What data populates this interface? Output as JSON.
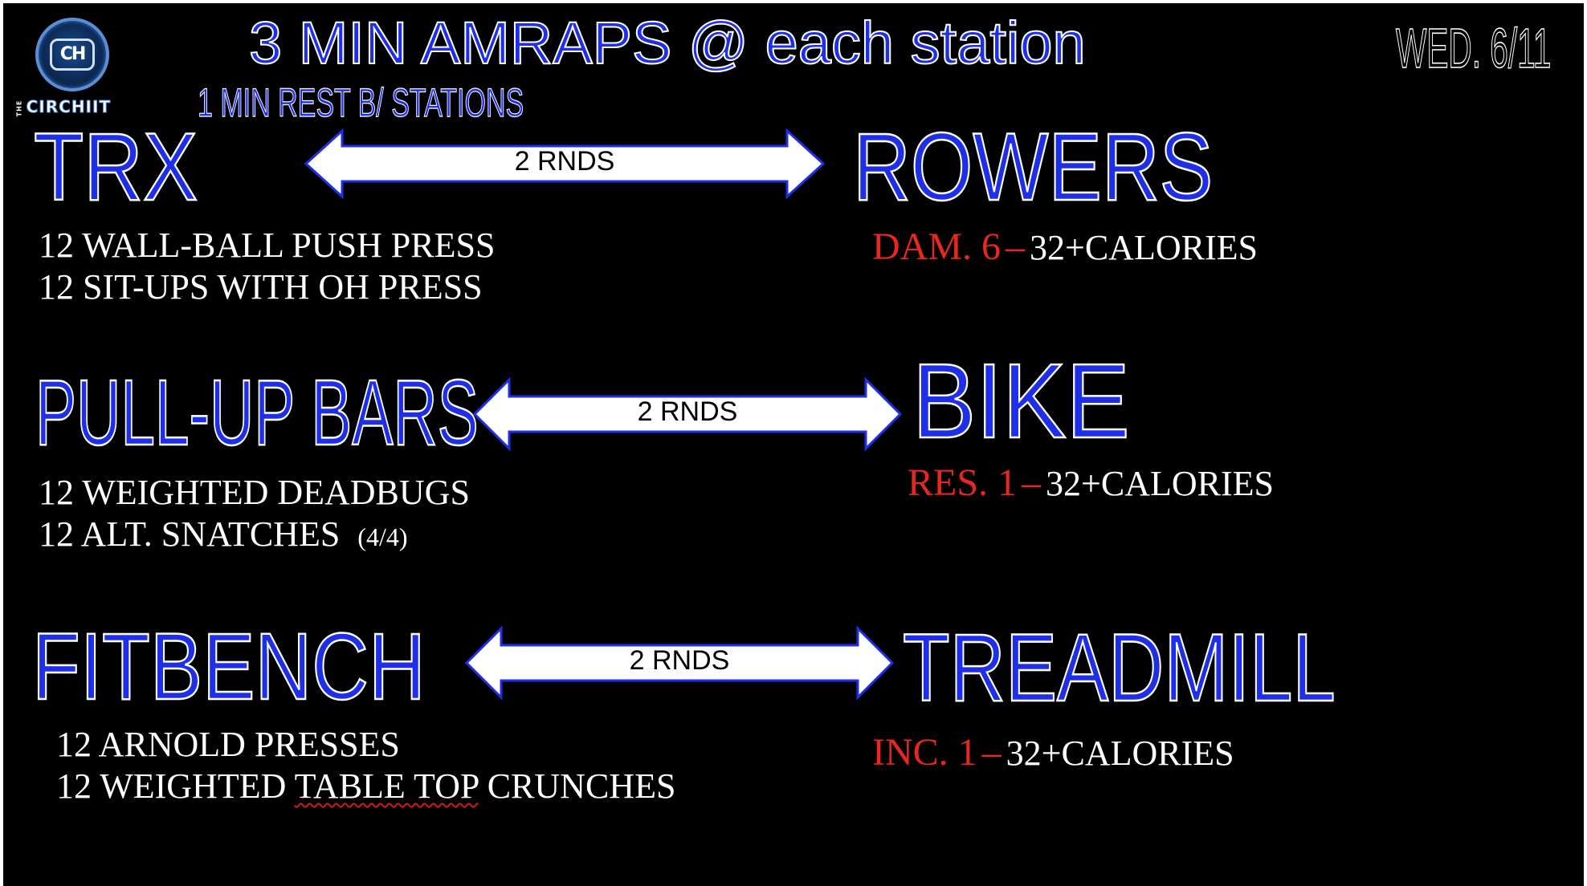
{
  "header": {
    "title": "3 MIN AMRAPS @ each station",
    "subtitle": "1 MIN REST B/ STATIONS",
    "date": "WED. 6/11"
  },
  "logo": {
    "monogram": "CH",
    "small_text": "THE",
    "name": "CIRCHIIT"
  },
  "stations": {
    "row1": {
      "left_name": "TRX",
      "arrow_label": "2 RNDS",
      "right_name": "ROWERS",
      "exercises": [
        "12 WALL-BALL PUSH PRESS",
        "12 SIT-UPS WITH OH PRESS"
      ],
      "cardio": {
        "setting": "DAM. 6",
        "dash": "–",
        "target": "32+CALORIES"
      }
    },
    "row2": {
      "left_name": "PULL-UP BARS",
      "arrow_label": "2 RNDS",
      "right_name": "BIKE",
      "exercises": [
        "12 WEIGHTED DEADBUGS",
        "12 ALT. SNATCHES"
      ],
      "exercise_note": "(4/4)",
      "cardio": {
        "setting": "RES. 1",
        "dash": "–",
        "target": "32+CALORIES"
      }
    },
    "row3": {
      "left_name": "FITBENCH",
      "arrow_label": "2 RNDS",
      "right_name": "TREADMILL",
      "exercises": [
        "12 ARNOLD PRESSES"
      ],
      "exercise_2_prefix": "12 WEIGHTED ",
      "exercise_2_underlined": "TABLE TOP",
      "exercise_2_suffix": " CRUNCHES",
      "cardio": {
        "setting": "INC. 1",
        "dash": "–",
        "target": "32+CALORIES"
      }
    }
  },
  "colors": {
    "background": "#000000",
    "station_blue": "#1f2fe8",
    "cardio_red": "#e8281f",
    "text_white": "#ffffff"
  }
}
